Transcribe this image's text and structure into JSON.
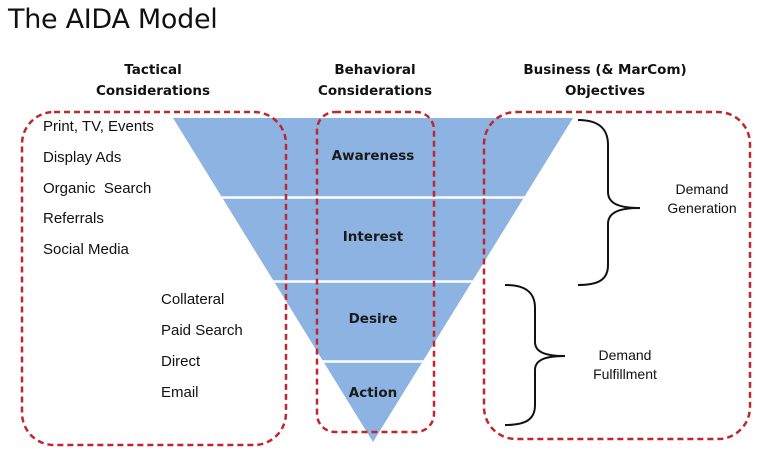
{
  "title": "The AIDA Model",
  "columns": {
    "tactical": {
      "line1": "Tactical",
      "line2": "Considerations"
    },
    "behavioral": {
      "line1": "Behavioral",
      "line2": "Considerations"
    },
    "business": {
      "line1": "Business (& MarCom)",
      "line2": "Objectives"
    }
  },
  "tactical_items": {
    "demand_generation": [
      "Print, TV, Events",
      "Display Ads",
      "Organic  Search",
      "Referrals",
      "Social Media"
    ],
    "demand_fulfillment": [
      "Collateral",
      "Paid Search",
      "Direct",
      "Email"
    ]
  },
  "funnel_stages": [
    "Awareness",
    "Interest",
    "Desire",
    "Action"
  ],
  "objectives": {
    "generation": {
      "line1": "Demand",
      "line2": "Generation"
    },
    "fulfillment": {
      "line1": "Demand",
      "line2": "Fulfillment"
    }
  },
  "colors": {
    "funnel_fill": "#8DB3E2",
    "dashed_border": "#C0262D",
    "divider": "#ffffff",
    "brace": "#111111"
  }
}
